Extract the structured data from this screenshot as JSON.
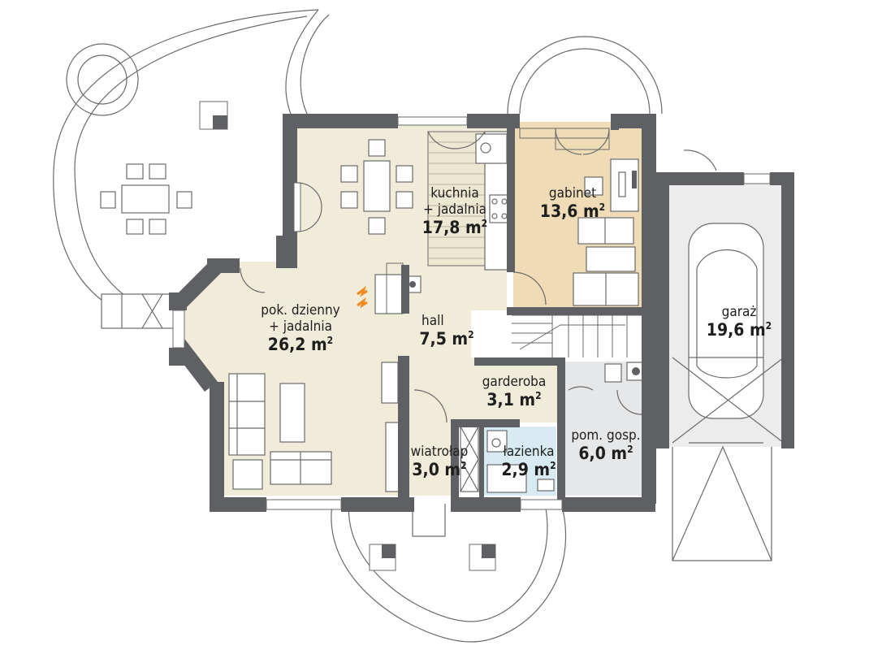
{
  "rooms": [
    {
      "name": "pok. dzienny",
      "name2": "+ jadalnia",
      "area": "26,2 m",
      "sup": "2"
    },
    {
      "name": "kuchnia",
      "name2": "+ jadalnia",
      "area": "17,8 m",
      "sup": "2"
    },
    {
      "name": "gabinet",
      "area": "13,6 m",
      "sup": "2"
    },
    {
      "name": "hall",
      "area": "7,5 m",
      "sup": "2"
    },
    {
      "name": "garderoba",
      "area": "3,1 m",
      "sup": "2"
    },
    {
      "name": "wiatrołap",
      "area": "3,0 m",
      "sup": "2"
    },
    {
      "name": "łazienka",
      "area": "2,9 m",
      "sup": "2"
    },
    {
      "name": "pom. gosp.",
      "area": "6,0 m",
      "sup": "2"
    },
    {
      "name": "garaż",
      "area": "19,6 m",
      "sup": "2"
    }
  ],
  "colors": {
    "living": "#f0ecd9",
    "study": "#efdcb6",
    "bathroom": "#d8ebf2",
    "utility": "#e6e7e8",
    "garage": "#ececec",
    "wall": "#5f6064"
  }
}
